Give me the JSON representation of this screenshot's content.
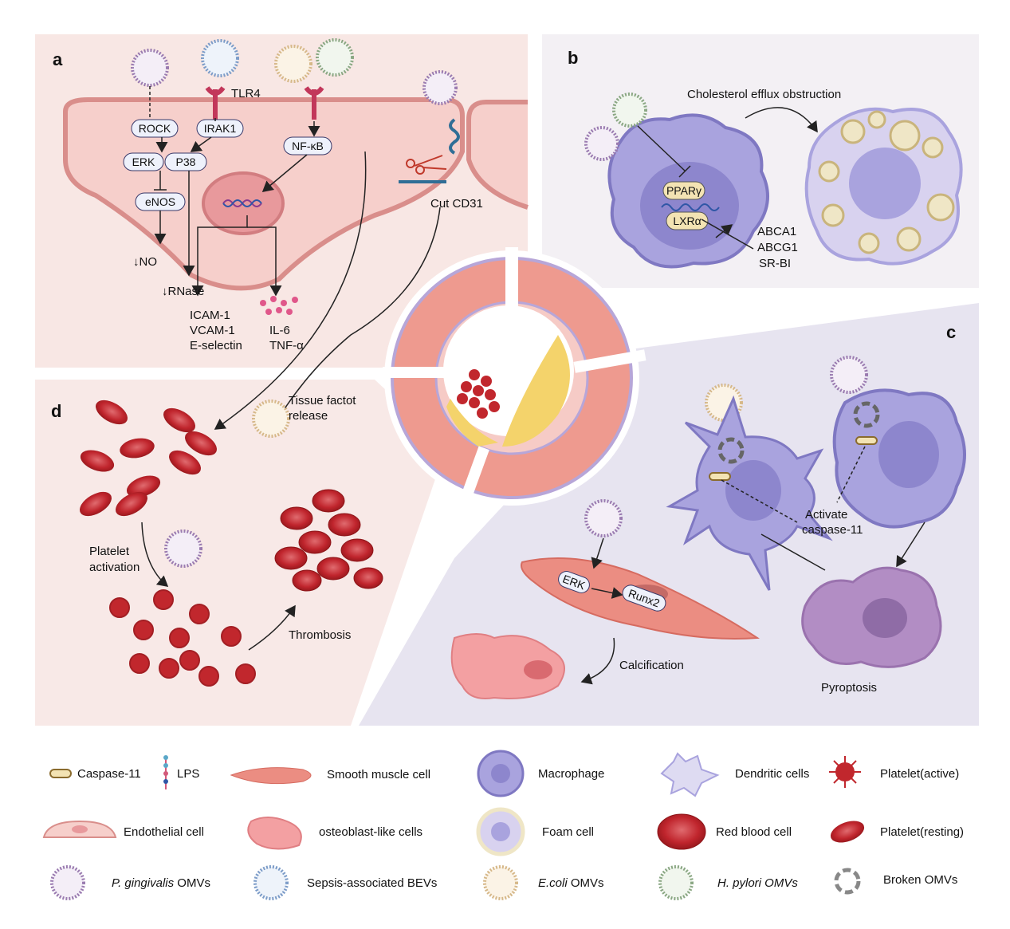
{
  "panels": {
    "a": {
      "letter": "a",
      "receptor": "TLR4",
      "nodes": [
        "ROCK",
        "IRAK1",
        "NF-κB",
        "ERK",
        "P38",
        "eNOS"
      ],
      "outputs": {
        "no": "↓NO",
        "rnase": "↓RNase",
        "adhesion": [
          "ICAM-1",
          "VCAM-1",
          "E-selectin"
        ],
        "cytokines": [
          "IL-6",
          "TNF-α"
        ]
      },
      "cut_label": "Cut CD31"
    },
    "b": {
      "letter": "b",
      "title": "Cholesterol efflux obstruction",
      "factors": [
        "PPARγ",
        "LXRα"
      ],
      "transporters": [
        "ABCA1",
        "ABCG1",
        "SR-BI"
      ]
    },
    "c": {
      "letter": "c",
      "activate_label": [
        "Activate",
        "caspase-11"
      ],
      "erk": "ERK",
      "runx2": "Runx2",
      "calcification": "Calcification",
      "pyroptosis": "Pyroptosis"
    },
    "d": {
      "letter": "d",
      "tissue_factor": [
        "Tissue factot",
        "release"
      ],
      "platelet_activation": [
        "Platelet",
        "activation"
      ],
      "thrombosis": "Thrombosis"
    }
  },
  "legend": {
    "row1": [
      "Caspase-11",
      "LPS",
      "Smooth muscle cell",
      "Macrophage",
      "Dendritic cells",
      "Platelet(active)"
    ],
    "row2": [
      "Endothelial cell",
      "osteoblast-like cells",
      "Foam cell",
      "Red blood cell",
      "Platelet(resting)"
    ],
    "row3": [
      {
        "italic": "P. gingivalis",
        "plain": " OMVs"
      },
      {
        "italic": "",
        "plain": "Sepsis-associated BEVs"
      },
      {
        "italic": "E.coli",
        "plain": " OMVs"
      },
      {
        "italic": "H. pylori OMVs",
        "plain": ""
      },
      {
        "italic": "",
        "plain": "Broken OMVs"
      }
    ]
  },
  "colors": {
    "panel_a_bg": "#f8e7e4",
    "panel_b_bg": "#f3f0f3",
    "panel_c_bg": "#e6e3ef",
    "panel_d_bg": "#f8e9e7",
    "endothelium": "#f3c9c7",
    "macrophage": "#a9a3de",
    "red_cell": "#c1272d",
    "smooth_muscle": "#eb8d82"
  }
}
